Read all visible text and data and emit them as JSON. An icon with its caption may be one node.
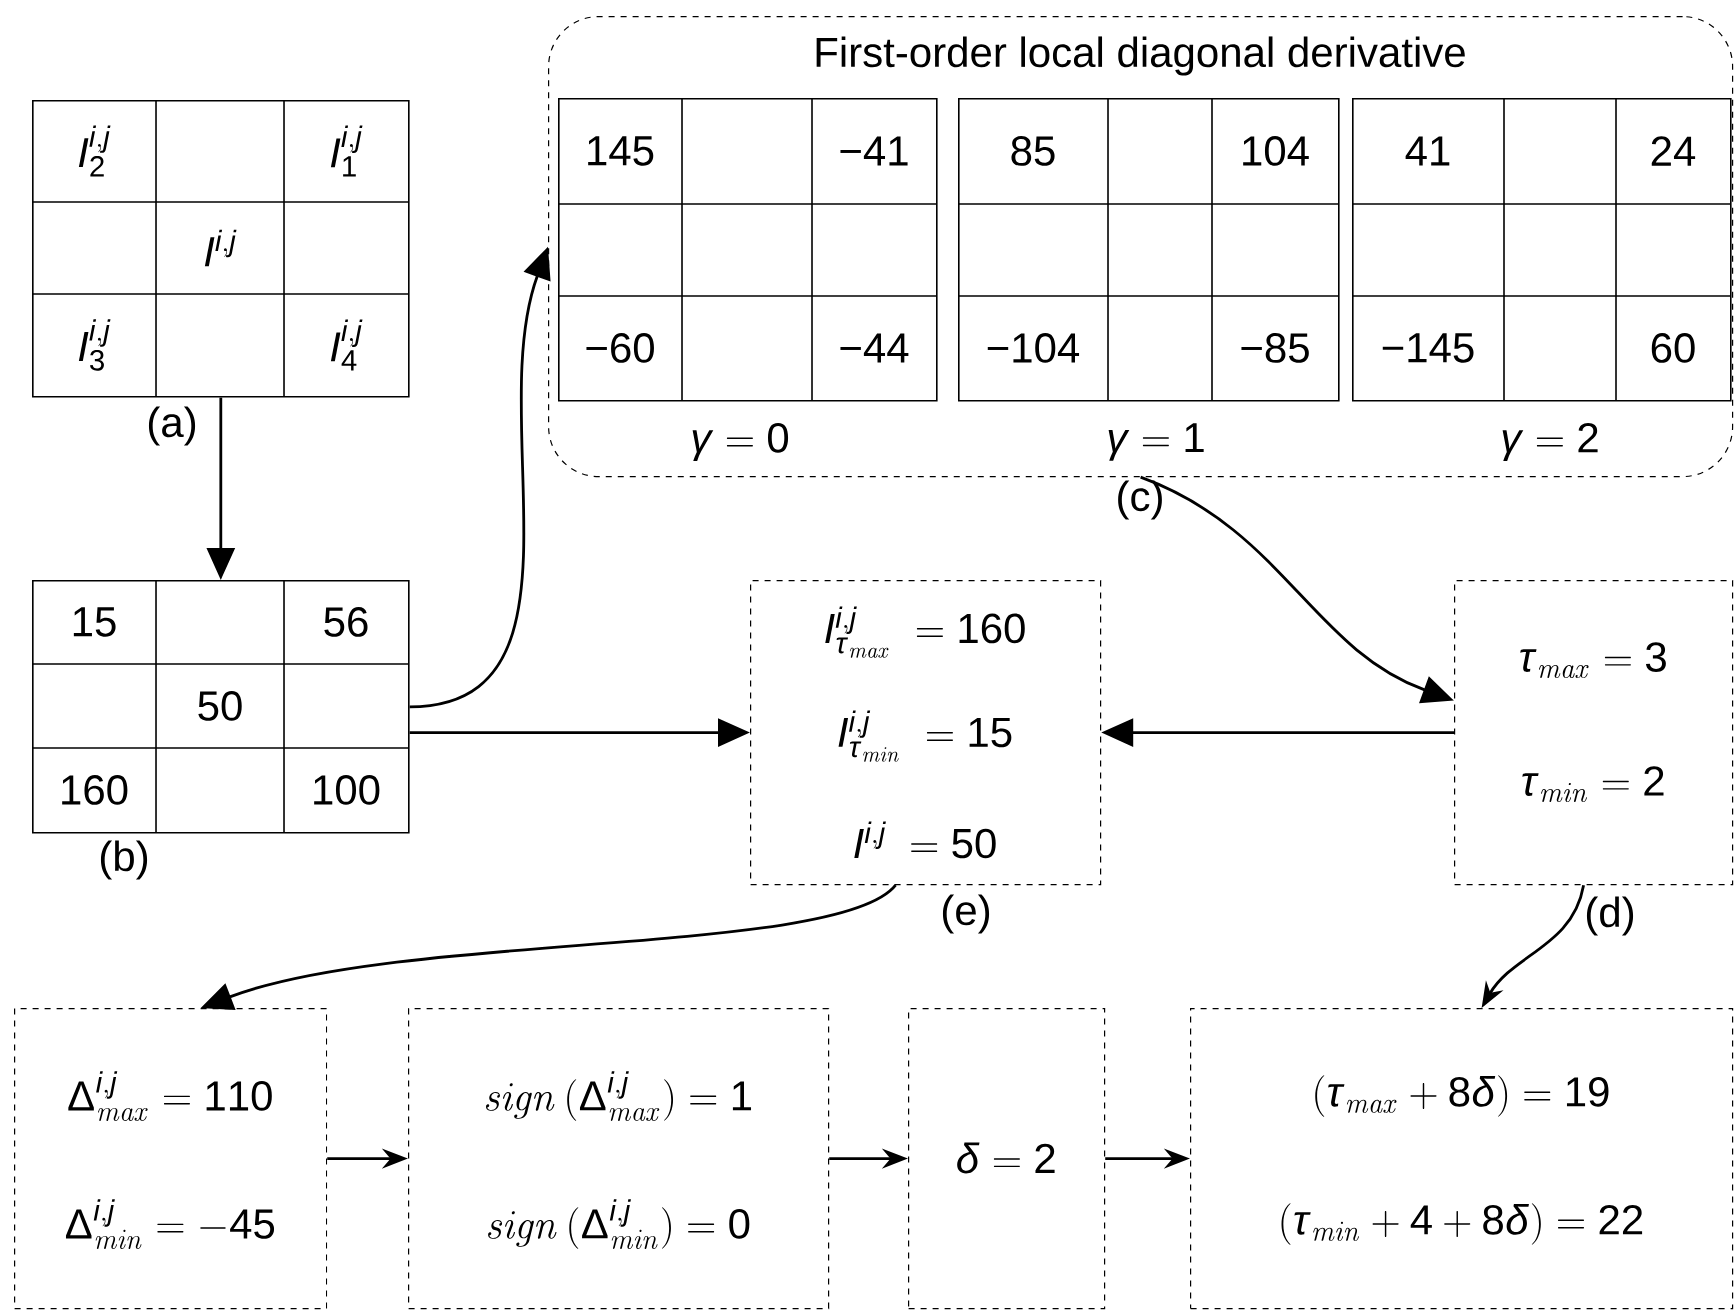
{
  "diagram": {
    "nodes": [
      {
        "text": [
          "I_2^{i,j}",
          "I_1^{i,j}",
          "I^{i,j}",
          "I_3^{i,j}",
          "I_4^{i,j}"
        ],
        "beside": [
          "(a)"
        ]
      },
      {
        "text": [
          "15",
          "56",
          "50",
          "160",
          "100"
        ],
        "beside": [
          "(b)"
        ]
      },
      {
        "text": [
          "First-order local diagonal derivative"
        ],
        "beside": [
          "(c)"
        ]
      },
      {
        "text": [
          "145",
          "−41",
          "−60",
          "−44"
        ],
        "beside": [
          "\\gamma = 0"
        ],
        "in": 2
      },
      {
        "text": [
          "85",
          "104",
          "−104",
          "−85"
        ],
        "beside": [
          "\\gamma = 1"
        ],
        "in": 2
      },
      {
        "text": [
          "41",
          "24",
          "−145",
          "60"
        ],
        "beside": [
          "\\gamma = 2"
        ],
        "in": 2
      },
      {
        "text": [
          "I^{i,j}_{\\tau_{\\mathit{max}}} \\;= 160",
          "I^{i,j}_{\\tau_{\\mathit{min}}} \\;= 15",
          "I^{i,j} \\;= 50"
        ],
        "beside": [
          "(e)"
        ]
      },
      {
        "text": [
          "\\tau_{\\mathit{max}} = 3",
          "\\tau_{\\mathit{min}} = 2"
        ],
        "beside": [
          "(d)"
        ]
      },
      {
        "text": [
          "\\Delta^{i,j}_{\\mathit{max}} = 110",
          "\\Delta^{i,j}_{\\mathit{min}} = -45"
        ]
      },
      {
        "text": [
          "\\mathit{sign}\\,(\\Delta^{i,j}_{\\mathit{max}}) = 1",
          "\\mathit{sign}\\,(\\Delta^{i,j}_{\\mathit{min}}) = 0"
        ]
      },
      {
        "text": [
          "\\delta = 2"
        ]
      },
      {
        "text": [
          "(\\tau_{\\mathit{max}} + 8\\delta) = 19",
          "(\\tau_{\\mathit{min}} + 4 + 8\\delta) = 22"
        ]
      }
    ],
    "edges": [
      {
        "from": 0,
        "to": 1,
        "arrow": "to"
      },
      {
        "from": 1,
        "to": 2,
        "arrow": "to"
      },
      {
        "from": 1,
        "to": 6,
        "arrow": "to"
      },
      {
        "from": 7,
        "to": 6,
        "arrow": "to"
      },
      {
        "from": 2,
        "to": 7,
        "arrow": "to"
      },
      {
        "from": 6,
        "to": 8,
        "arrow": "to"
      },
      {
        "from": 7,
        "to": 11,
        "arrow": "to"
      },
      {
        "from": 8,
        "to": 9,
        "arrow": "to"
      },
      {
        "from": 9,
        "to": 10,
        "arrow": "to"
      },
      {
        "from": 10,
        "to": 11,
        "arrow": "to"
      }
    ]
  }
}
